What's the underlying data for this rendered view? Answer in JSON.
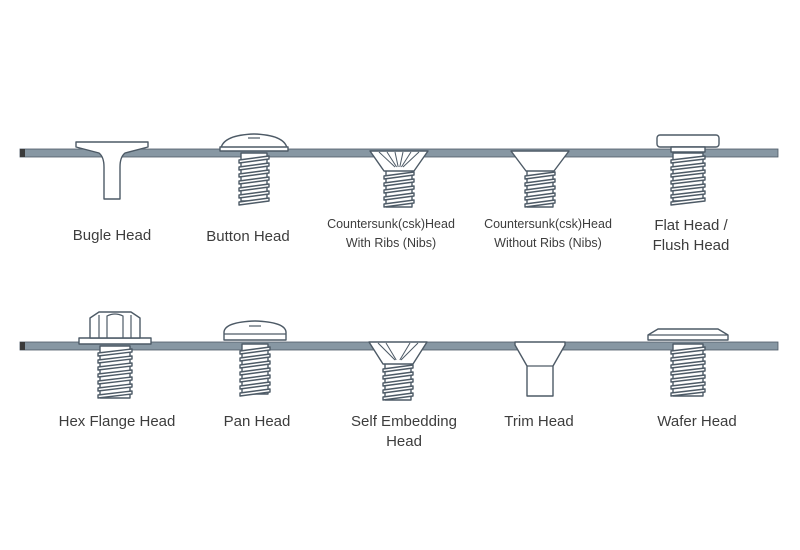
{
  "colors": {
    "outline": "#4d5a66",
    "panel": "#8797a3",
    "panel_end": "#3a3a3a",
    "fill": "#ffffff",
    "text": "#3d3d3d"
  },
  "rows": [
    {
      "heads": [
        {
          "id": "bugle",
          "icon": "bugle-head-screw-icon",
          "lines": [
            "Bugle Head"
          ]
        },
        {
          "id": "button",
          "icon": "button-head-screw-icon",
          "lines": [
            "Button Head"
          ]
        },
        {
          "id": "csk-ribs",
          "icon": "countersunk-head-with-ribs-screw-icon",
          "lines": [
            "Countersunk(csk)Head",
            "With Ribs (Nibs)"
          ]
        },
        {
          "id": "csk-noribs",
          "icon": "countersunk-head-without-ribs-screw-icon",
          "lines": [
            "Countersunk(csk)Head",
            "Without Ribs (Nibs)"
          ]
        },
        {
          "id": "flat",
          "icon": "flat-head-screw-icon",
          "lines": [
            "Flat Head /",
            "Flush Head"
          ]
        }
      ]
    },
    {
      "heads": [
        {
          "id": "hex-flange",
          "icon": "hex-flange-head-screw-icon",
          "lines": [
            "Hex Flange Head"
          ]
        },
        {
          "id": "pan",
          "icon": "pan-head-screw-icon",
          "lines": [
            "Pan Head"
          ]
        },
        {
          "id": "self-embedding",
          "icon": "self-embedding-head-screw-icon",
          "lines": [
            "Self Embedding",
            "Head"
          ]
        },
        {
          "id": "trim",
          "icon": "trim-head-screw-icon",
          "lines": [
            "Trim Head"
          ]
        },
        {
          "id": "wafer",
          "icon": "wafer-head-screw-icon",
          "lines": [
            "Wafer Head"
          ]
        }
      ]
    }
  ]
}
